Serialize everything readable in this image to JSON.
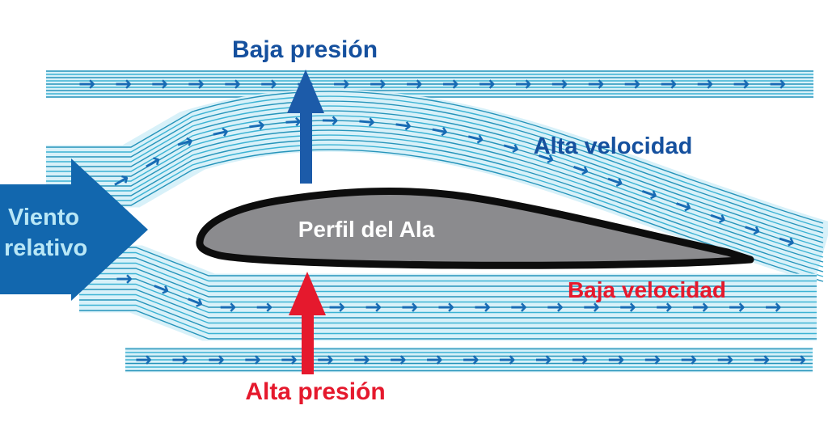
{
  "diagram": {
    "labels": {
      "low_pressure": "Baja presión",
      "high_velocity": "Alta velocidad",
      "relative_wind_line1": "Viento",
      "relative_wind_line2": "relativo",
      "wing_profile": "Perfil del Ala",
      "low_velocity": "Baja velocidad",
      "high_pressure": "Alta presión"
    },
    "flow_arrow_glyph": "→",
    "colors": {
      "label_blue": "#15509e",
      "label_red": "#e5192d",
      "lift_arrow_blue": "#1c5ba9",
      "pressure_arrow_red": "#e5192d",
      "wind_arrow_blue": "#1267ae",
      "wind_label_text": "#b9e7f6",
      "airfoil_fill": "#8b8b8e",
      "airfoil_outline": "#0d0d0d",
      "stream_band_fill": "#d8f1f9",
      "stream_line_light": "#3cb3d4",
      "stream_line_dark": "#2694ba",
      "flow_arrow_blue": "#176bb4",
      "wing_label_text": "#ffffff",
      "background": "#ffffff"
    }
  }
}
